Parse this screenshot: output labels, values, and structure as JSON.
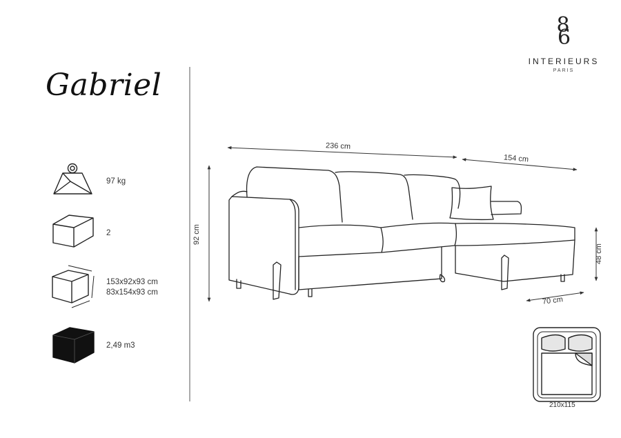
{
  "product": {
    "title": "Gabriel"
  },
  "brand": {
    "mark_top": "8",
    "mark_bottom": "6",
    "name": "INTERIEURS",
    "city": "PARIS"
  },
  "specs": {
    "weight": {
      "icon": "weight-icon",
      "value": "97 kg"
    },
    "packages": {
      "icon": "box-icon",
      "value": "2"
    },
    "package_dims": {
      "icon": "box-dimensions-icon",
      "line1": "153x92x93 cm",
      "line2": "83x154x93 cm"
    },
    "volume": {
      "icon": "volume-box-icon",
      "value": "2,49 m3"
    }
  },
  "dimensions": {
    "width": "236 cm",
    "chaise_length": "154 cm",
    "height": "92 cm",
    "seat_height": "48 cm",
    "chaise_width": "70 cm"
  },
  "sleeping_area": {
    "icon": "bed-icon",
    "value": "210x115"
  }
}
